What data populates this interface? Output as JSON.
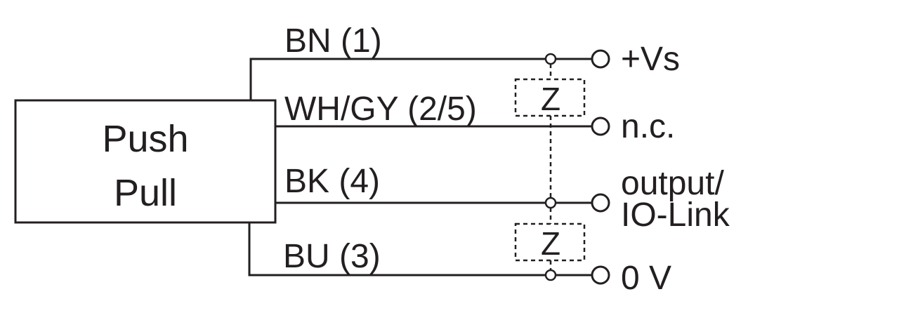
{
  "box": {
    "line1": "Push",
    "line2": "Pull"
  },
  "wires": [
    {
      "label": "BN (1)"
    },
    {
      "label": "WH/GY (2/5)"
    },
    {
      "label": "BK (4)"
    },
    {
      "label": "BU (3)"
    }
  ],
  "terminals": {
    "vs": "+Vs",
    "nc": "n.c.",
    "output_line1": "output/",
    "output_line2": "IO-Link",
    "zero": "0 V"
  },
  "loads": {
    "upper": "Z",
    "lower": "Z"
  }
}
